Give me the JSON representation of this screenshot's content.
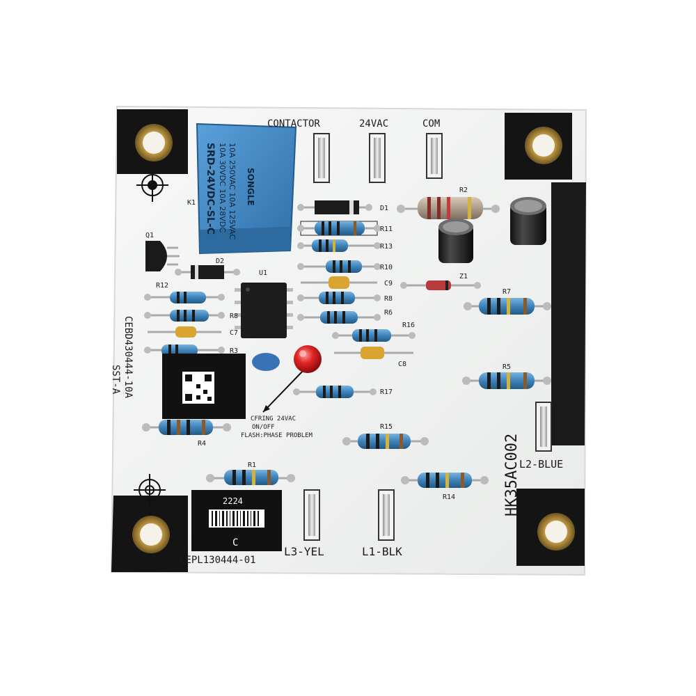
{
  "board": {
    "terminals_top": [
      "CONTACTOR",
      "24VAC",
      "COM"
    ],
    "terminals_bottom": [
      "L3-YEL",
      "L1-BLK"
    ],
    "terminal_right": "L2-BLUE",
    "model": "HK35AC002",
    "part_left": "CEBD430444-10A",
    "sub_left": "SST-A",
    "part_bottom": "CEPL130444-01",
    "barcode_top": "2224",
    "barcode_bottom": "C",
    "led_note_1": "CFRING 24VAC",
    "led_note_2": "ON/OFF",
    "led_note_3": "FLASH:PHASE PROBLEM"
  },
  "relay": {
    "line1": "10A 250VAC 10A 125VAC",
    "line2": "10A 30VDC 10A 28VDC",
    "line3": "SRD-24VDC-SL-C",
    "brand": "SONGLE",
    "ref": "K1"
  },
  "refs": {
    "r1": "R1",
    "r2": "R2",
    "r3": "R3",
    "r4": "R4",
    "r5": "R5",
    "r6": "R6",
    "r7": "R7",
    "r8": "R8",
    "r10": "R10",
    "r11": "R11",
    "r12": "R12",
    "r13": "R13",
    "r14": "R14",
    "r15": "R15",
    "r16": "R16",
    "r17": "R17",
    "c7": "C7",
    "c8": "C8",
    "c9": "C9",
    "d1": "D1",
    "d2": "D2",
    "u1": "U1",
    "z1": "Z1",
    "q1": "Q1"
  },
  "colors": {
    "board": "#f4f5f4",
    "silk_black": "#111111",
    "relay_blue": "#3f86c6",
    "resistor_blue": "#3f82b8",
    "led_red": "#d42020",
    "brass": "#c9a24a"
  },
  "icons": {
    "mount_hole": "brass-eyelet-icon",
    "fiducial": "crosshair-fiducial-icon"
  }
}
